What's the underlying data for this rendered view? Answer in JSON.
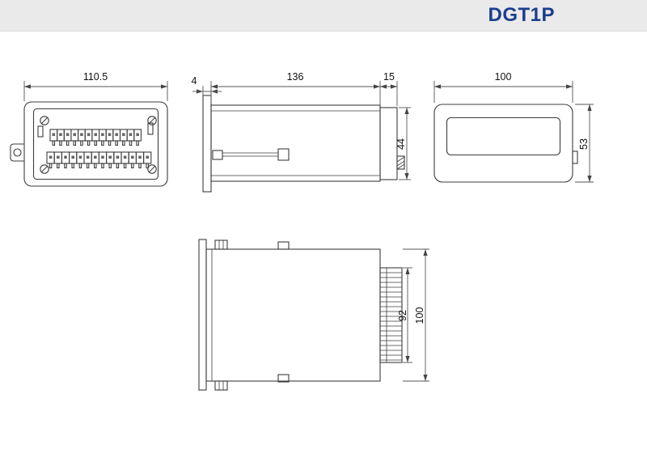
{
  "header": {
    "title": "DGT1P"
  },
  "colors": {
    "title_accent": "#1c3e8e",
    "band": "#eaeaea",
    "line": "#3c3c3c"
  },
  "dimensions": {
    "rear_width": "110.5",
    "side_flange": "4",
    "side_depth": "136",
    "side_rear": "15",
    "side_height": "44",
    "front_width": "100",
    "front_height": "53",
    "top_terminal": "92",
    "top_width": "100"
  }
}
